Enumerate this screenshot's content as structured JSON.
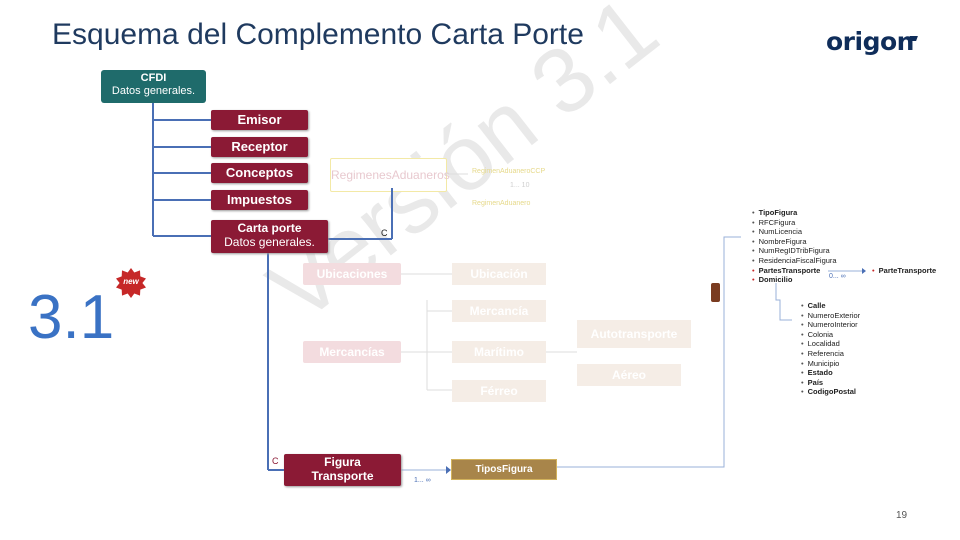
{
  "header": {
    "title": "Esquema del Complemento Carta Porte",
    "logo": "origon"
  },
  "watermark": "Versión 3.1",
  "version_badge": {
    "number": "3.1",
    "badge": "new"
  },
  "nodes": {
    "cfdi": {
      "title": "CFDI",
      "subtitle": "Datos generales."
    },
    "emisor": "Emisor",
    "receptor": "Receptor",
    "conceptos": "Conceptos",
    "impuestos": "Impuestos",
    "carta_porte": {
      "title": "Carta porte",
      "subtitle": "Datos generales."
    },
    "figura_transporte": {
      "line1": "Figura",
      "line2": "Transporte"
    },
    "tipos_figura": "TiposFigura"
  },
  "faded_nodes": {
    "regimenes": "RegimenesAduaneros",
    "regimen_ccp": "RegimenAduaneroCCP",
    "regimen_card": "1... 10",
    "regimen_aduanero": "RegimenAduanero",
    "ubicaciones": "Ubicaciones",
    "ubicacion": "Ubicación",
    "mercancia": "Mercancía",
    "mercancias": "Mercancías",
    "maritimo": "Marítimo",
    "ferreo": "Férreo",
    "autotransporte": "Autotransporte",
    "aereo": "Aéreo"
  },
  "labels": {
    "c_carta": "C",
    "c_figura": "C",
    "card_figura": "1... ∞",
    "card_partes": "0... ∞"
  },
  "tipos_figura_fields": [
    {
      "text": "TipoFigura",
      "bold": true
    },
    {
      "text": "RFCFigura",
      "bold": false
    },
    {
      "text": "NumLicencia",
      "bold": false
    },
    {
      "text": "NombreFigura",
      "bold": false
    },
    {
      "text": "NumRegIDTribFigura",
      "bold": false
    },
    {
      "text": "ResidenciaFiscalFigura",
      "bold": false
    },
    {
      "text": "PartesTransporte",
      "bold": true
    },
    {
      "text": "Domicilio",
      "bold": true
    }
  ],
  "partes_transporte_fields": [
    {
      "text": "ParteTransporte",
      "bold": true
    }
  ],
  "domicilio_fields": [
    {
      "text": "Calle",
      "bold": true
    },
    {
      "text": "NumeroExterior",
      "bold": false
    },
    {
      "text": "NumeroInterior",
      "bold": false
    },
    {
      "text": "Colonia",
      "bold": false
    },
    {
      "text": "Localidad",
      "bold": false
    },
    {
      "text": "Referencia",
      "bold": false
    },
    {
      "text": "Municipio",
      "bold": false
    },
    {
      "text": "Estado",
      "bold": true
    },
    {
      "text": "País",
      "bold": true
    },
    {
      "text": "CodigoPostal",
      "bold": true
    }
  ],
  "page_number": "19",
  "colors": {
    "cfdi": "#1f6b6b",
    "node": "#8b1a35",
    "tipos_figura": "#a8854a",
    "connector": "#4a6fb5",
    "title": "#1f3a5f",
    "version": "#3a72c4"
  }
}
